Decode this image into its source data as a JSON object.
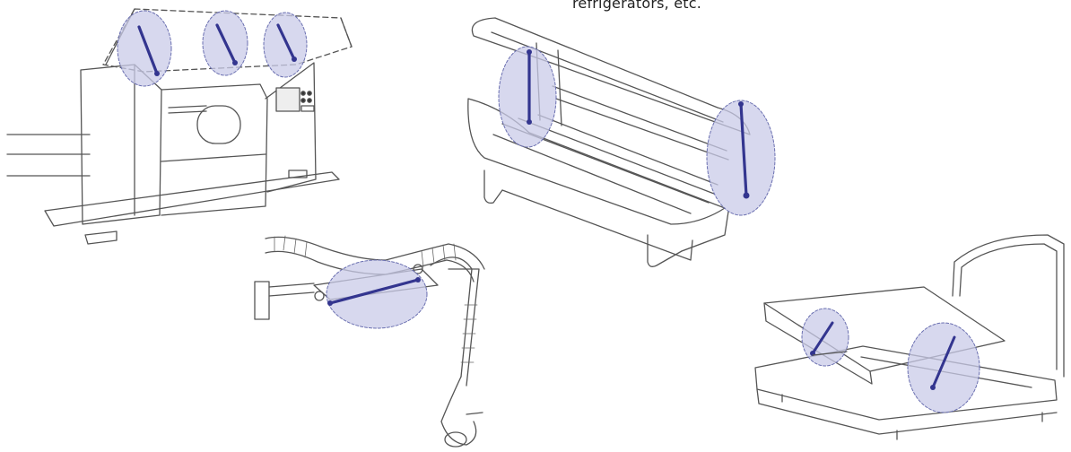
{
  "caption": "refrigerators, etc.",
  "colors": {
    "line": "#555555",
    "highlight_fill": "#c9cbe8",
    "highlight_stroke": "#6a6fb0",
    "strut": "#33358f"
  },
  "illustrations": [
    {
      "name": "machine-enclosure",
      "gas_springs": 3
    },
    {
      "name": "sun-bed-canopy",
      "gas_springs": 2
    },
    {
      "name": "extraction-arm",
      "gas_springs": 1
    },
    {
      "name": "lift-up-bed",
      "gas_springs": 2
    }
  ]
}
